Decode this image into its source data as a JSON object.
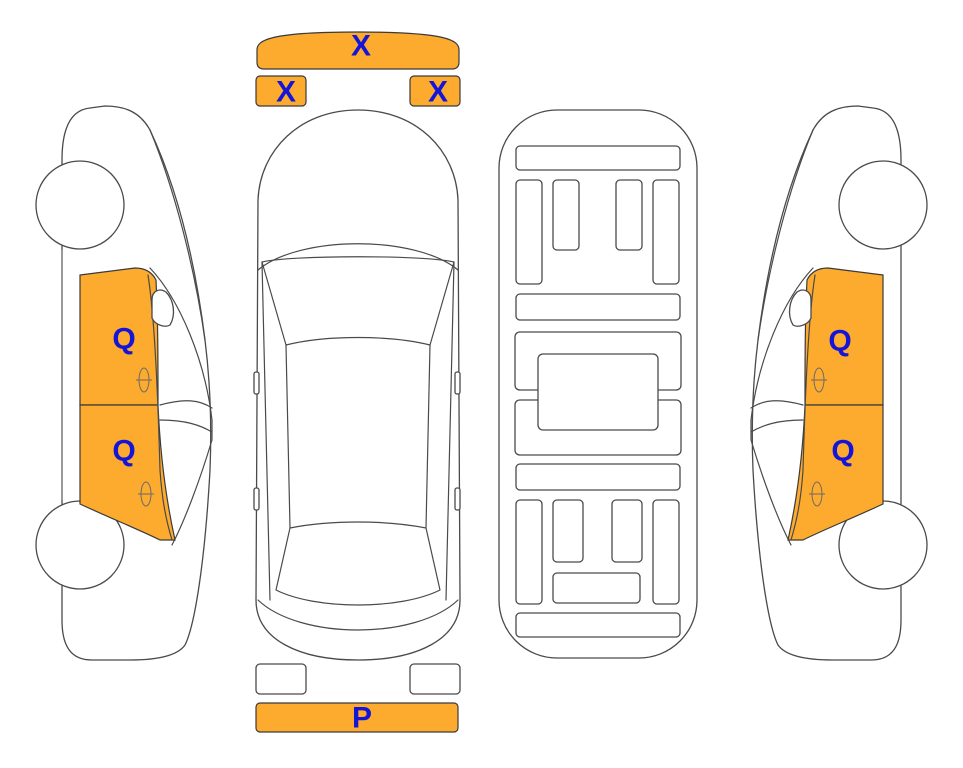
{
  "colors": {
    "damage": "#FDAB2E",
    "code_text": "#1515D8",
    "outline": "#4A4A4A"
  },
  "marks": {
    "front_bumper": "X",
    "left_headlight": "X",
    "right_headlight": "X",
    "rear_bumper": "P",
    "left_front_door": "Q",
    "left_rear_door": "Q",
    "right_front_door": "Q",
    "right_rear_door": "Q"
  }
}
